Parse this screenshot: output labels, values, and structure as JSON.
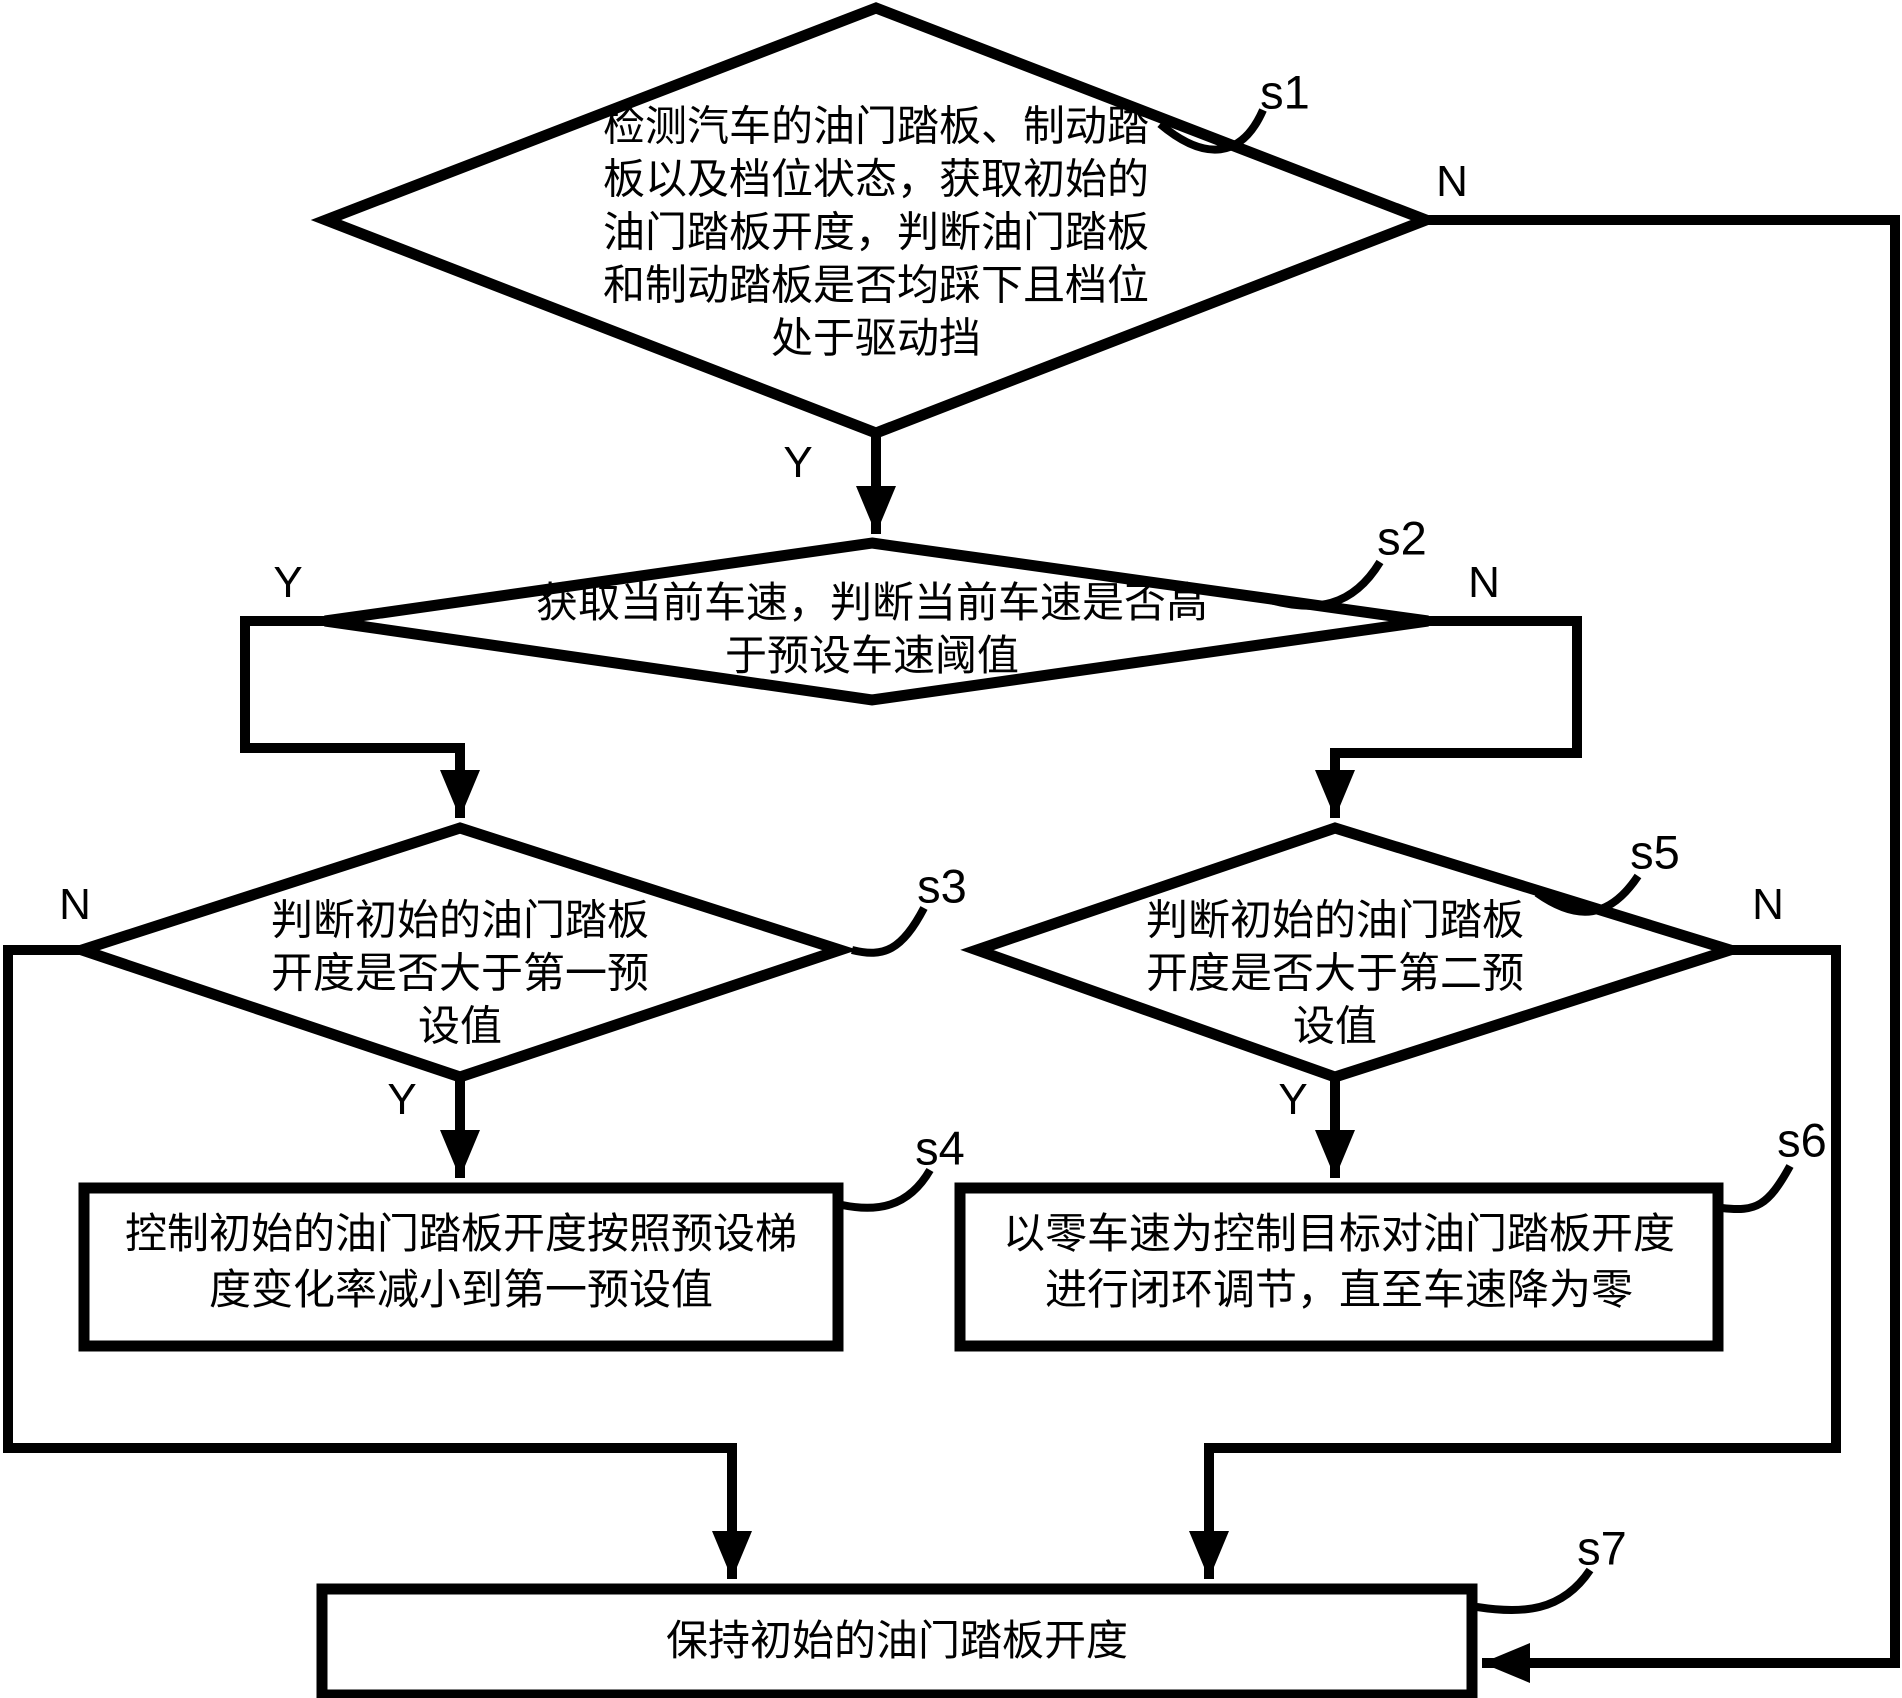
{
  "figure": {
    "background_color": "#ffffff",
    "stroke_color": "#000000"
  },
  "nodes": {
    "s1": {
      "step": "s1",
      "type": "decision",
      "text": "检测汽车的油门踏板、制动踏\n板以及档位状态，获取初始的\n油门踏板开度，判断油门踏板\n和制动踏板是否均踩下且档位\n处于驱动挡"
    },
    "s2": {
      "step": "s2",
      "type": "decision",
      "text": "获取当前车速，判断当前车速是否高\n于预设车速阈值"
    },
    "s3": {
      "step": "s3",
      "type": "decision",
      "text": "判断初始的油门踏板\n开度是否大于第一预\n设值"
    },
    "s4": {
      "step": "s4",
      "type": "process",
      "text": "控制初始的油门踏板开度按照预设梯\n度变化率减小到第一预设值"
    },
    "s5": {
      "step": "s5",
      "type": "decision",
      "text": "判断初始的油门踏板\n开度是否大于第二预\n设值"
    },
    "s6": {
      "step": "s6",
      "type": "process",
      "text": "以零车速为控制目标对油门踏板开度\n进行闭环调节，直至车速降为零"
    },
    "s7": {
      "step": "s7",
      "type": "process",
      "text": "保持初始的油门踏板开度"
    }
  },
  "branches": {
    "s1_yes": "Y",
    "s1_no": "N",
    "s2_yes": "Y",
    "s2_no": "N",
    "s3_yes": "Y",
    "s3_no": "N",
    "s5_yes": "Y",
    "s5_no": "N"
  }
}
